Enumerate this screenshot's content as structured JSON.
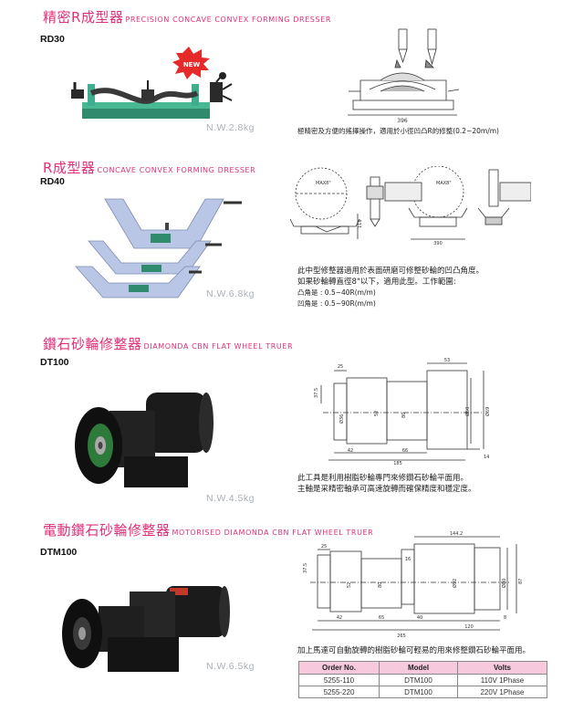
{
  "sections": [
    {
      "title_zh": "精密R成型器",
      "title_en": "PRECISION CONCAVE CONVEX FORMING DRESSER",
      "model": "RD30",
      "weight": "N.W.2.8kg",
      "badge": "NEW",
      "description": [
        "極精密及方便的搖擇操作，適用於小徑凹凸R的修整(0.2~20m/m)"
      ],
      "dims": [
        "396"
      ]
    },
    {
      "title_zh": "R成型器",
      "title_en": "CONCAVE CONVEX FORMING DRESSER",
      "model": "RD40",
      "weight": "N.W.6.8kg",
      "description": [
        "此中型修整器適用於表面研磨可修整砂輪的凹凸角度。",
        "如果砂輪轉直徑8\"以下，適用此型。工作範圍:",
        "凸角是 : 0.5~40R(m/m)",
        "凹角是 : 0.5~90R(m/m)"
      ],
      "dims": [
        "MAX8\"",
        "MAX8\"",
        "116",
        "390"
      ]
    },
    {
      "title_zh": "鑽石砂輪修整器",
      "title_en": "DIAMONDA CBN FLAT WHEEL TRUER",
      "model": "DT100",
      "weight": "N.W.4.5kg",
      "description": [
        "此工具是利用樹脂砂輪專門來修鑽石砂輪平面用。",
        "主軸是采精密軸承可高速旋轉而確保精度和穩定度。"
      ],
      "dims": [
        "25",
        "53",
        "37.5",
        "Ø36",
        "52",
        "80",
        "Ø50",
        "Ø69",
        "42",
        "66",
        "185",
        "14"
      ]
    },
    {
      "title_zh": "電動鑽石砂輪修整器",
      "title_en": "MOTORISED DIAMONDA CBN FLAT WHEEL TRUER",
      "model": "DTM100",
      "weight": "N.W.6.5kg",
      "description": [
        "加上馬達可自動旋轉的樹脂砂輪可輕易的用來修整鑽石砂輪平面用。"
      ],
      "dims": [
        "144.2",
        "25",
        "16",
        "37.5",
        "52",
        "80",
        "Ø92",
        "Ø80",
        "87",
        "42",
        "65",
        "40",
        "120",
        "8",
        "265"
      ]
    }
  ],
  "table": {
    "headers": [
      "Order No.",
      "Model",
      "Volts"
    ],
    "rows": [
      [
        "5255-110",
        "DTM100",
        "110V 1Phase"
      ],
      [
        "5255-220",
        "DTM100",
        "220V 1Phase"
      ]
    ]
  },
  "colors": {
    "accent": "#e0307a",
    "table_header": "#f6c9dd",
    "product_green": "#3fae8e",
    "product_blue": "#b9c6e6",
    "weight_text": "#aab0b8"
  }
}
